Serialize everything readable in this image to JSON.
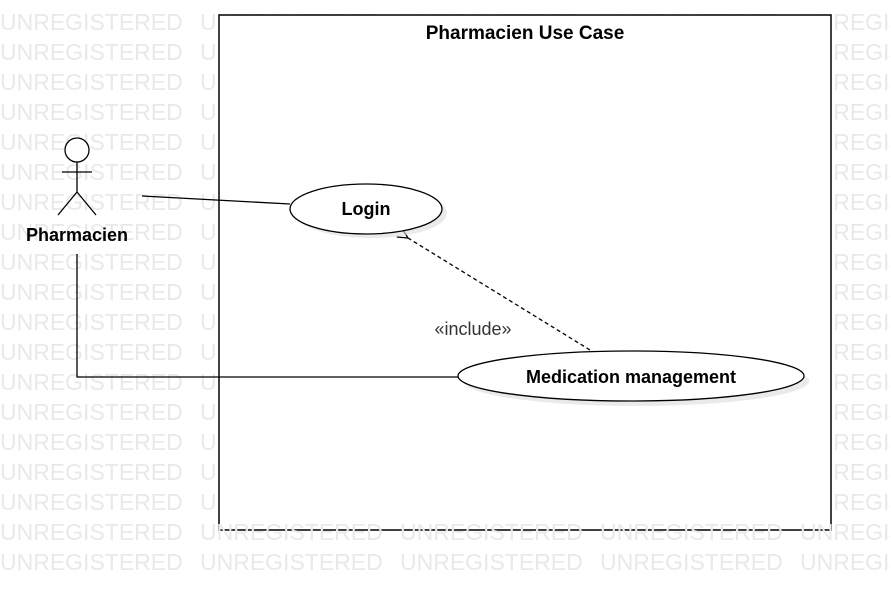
{
  "watermark": "UNREGISTERED",
  "system": {
    "title": "Pharmacien Use Case"
  },
  "actor": {
    "label": "Pharmacien"
  },
  "use_cases": {
    "login": "Login",
    "medication_management": "Medication management"
  },
  "relationships": {
    "include_label": "«include»"
  },
  "colors": {
    "line": "#000000",
    "watermark": "#e9e9e9",
    "shadow": "#d9d9d9"
  }
}
